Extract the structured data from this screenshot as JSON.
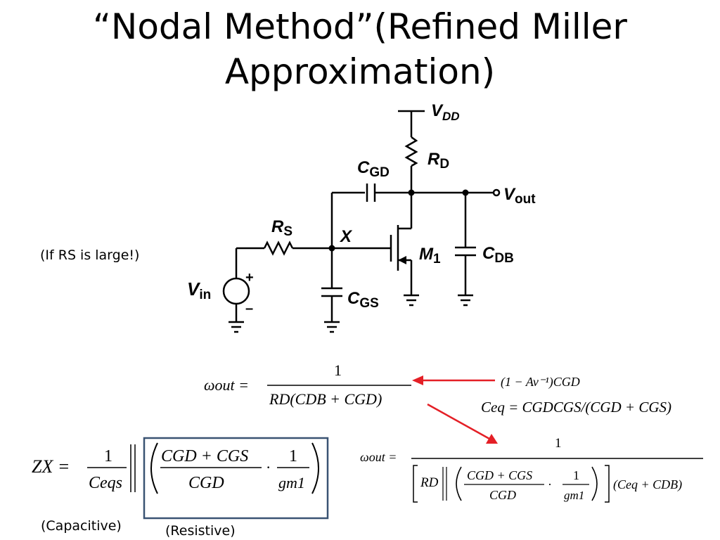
{
  "title": {
    "line1": "“Nodal Method”(Refined Miller",
    "line2": "Approximation)"
  },
  "notes": {
    "rs_large": "(If RS is large!)",
    "capacitive": "(Capacitive)",
    "resistive": "(Resistive)"
  },
  "circuit": {
    "vdd": "V",
    "vdd_sub": "DD",
    "rd": "R",
    "rd_sub": "D",
    "cgd": "C",
    "cgd_sub": "GD",
    "vout": "V",
    "vout_sub": "out",
    "rs": "R",
    "rs_sub": "S",
    "x": "X",
    "m1": "M",
    "m1_sub": "1",
    "cdb": "C",
    "cdb_sub": "DB",
    "vin": "V",
    "vin_sub": "in",
    "cgs": "C",
    "cgs_sub": "GS",
    "plus": "+",
    "minus": "–"
  },
  "equations": {
    "w_out_1_lhs": "ωout =",
    "w_out_1_num": "1",
    "w_out_1_den": "RD(CDB + CGD)",
    "miller_term": "(1 − Av⁻¹)CGD",
    "ceq": "Ceq = CGDCGS/(CGD + CGS)",
    "w_out_2_lhs": "ωout =",
    "w_out_2_num": "1",
    "zx_lhs": "ZX =",
    "one": "1",
    "ceq_s": "Ceqs",
    "cgd_plus_cgs": "CGD + CGS",
    "cgd": "CGD",
    "dot": "·",
    "gm1": "gm1",
    "rd": "RD",
    "ceq_plus_cdb": "(Ceq + CDB)"
  },
  "colors": {
    "arrow": "#e41f26",
    "box": "#3a5373"
  }
}
